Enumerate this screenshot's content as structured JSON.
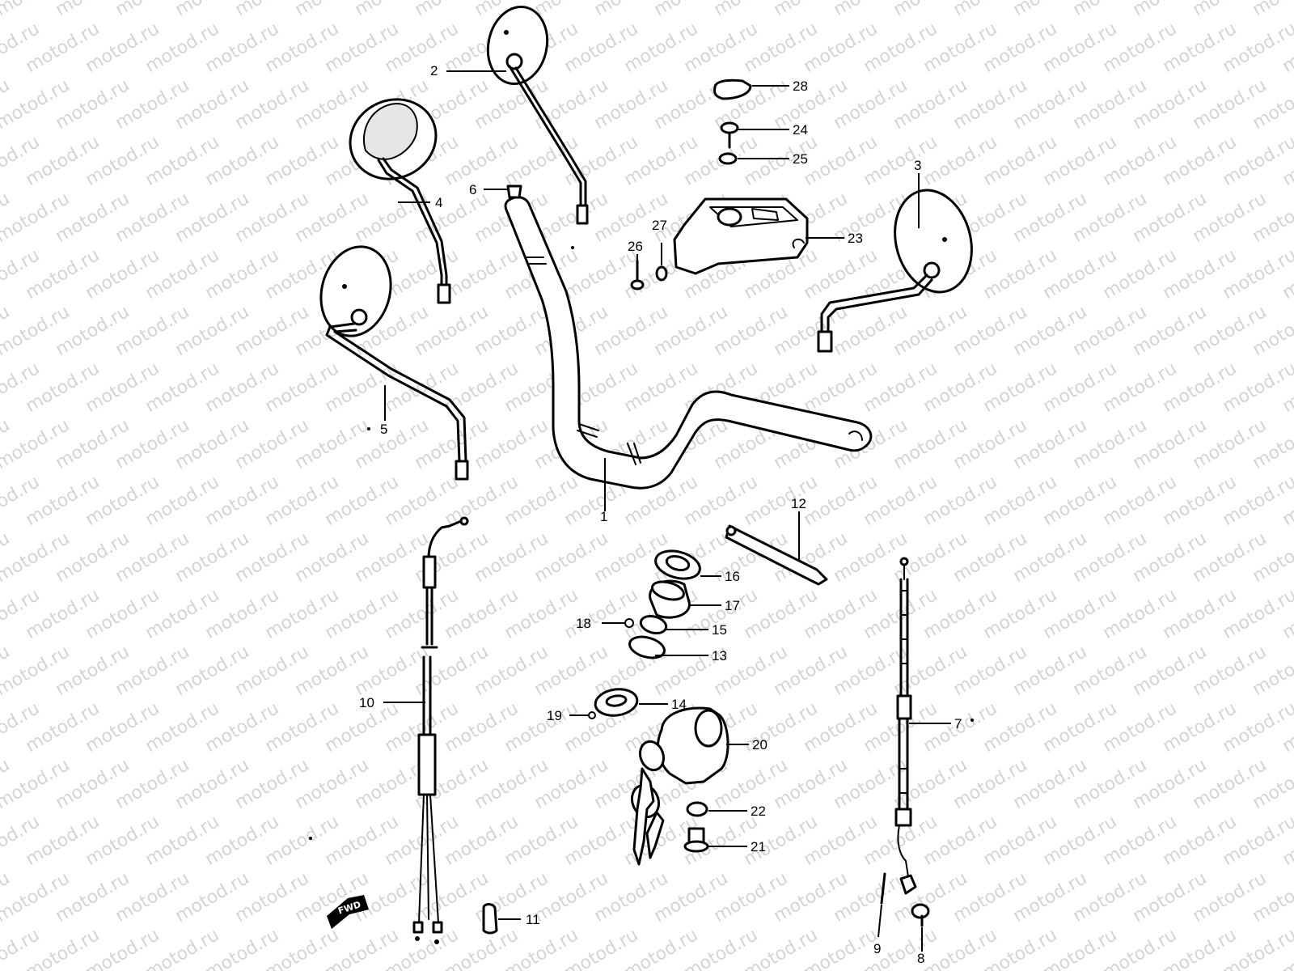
{
  "watermark": "motod.ru",
  "fwd_label": "FWD",
  "callouts": [
    {
      "id": "1",
      "label": "1"
    },
    {
      "id": "2",
      "label": "2"
    },
    {
      "id": "3",
      "label": "3"
    },
    {
      "id": "4",
      "label": "4"
    },
    {
      "id": "5",
      "label": "5"
    },
    {
      "id": "6",
      "label": "6"
    },
    {
      "id": "7",
      "label": "7"
    },
    {
      "id": "8",
      "label": "8"
    },
    {
      "id": "9",
      "label": "9"
    },
    {
      "id": "10",
      "label": "10"
    },
    {
      "id": "11",
      "label": "11"
    },
    {
      "id": "12",
      "label": "12"
    },
    {
      "id": "13",
      "label": "13"
    },
    {
      "id": "14",
      "label": "14"
    },
    {
      "id": "15",
      "label": "15"
    },
    {
      "id": "16",
      "label": "16"
    },
    {
      "id": "17",
      "label": "17"
    },
    {
      "id": "18",
      "label": "18"
    },
    {
      "id": "19",
      "label": "19"
    },
    {
      "id": "20",
      "label": "20"
    },
    {
      "id": "21",
      "label": "21"
    },
    {
      "id": "22",
      "label": "22"
    },
    {
      "id": "23",
      "label": "23"
    },
    {
      "id": "24",
      "label": "24"
    },
    {
      "id": "25",
      "label": "25"
    },
    {
      "id": "26",
      "label": "26"
    },
    {
      "id": "27",
      "label": "27"
    },
    {
      "id": "28",
      "label": "28"
    }
  ]
}
